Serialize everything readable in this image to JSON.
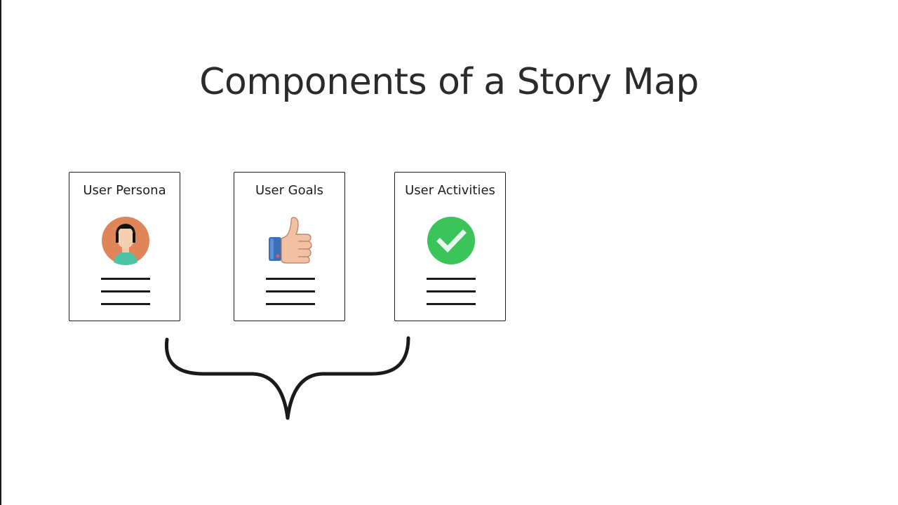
{
  "slide": {
    "title": "Components of a Story Map"
  },
  "cards": [
    {
      "title": "User Persona",
      "icon": "user-avatar-icon"
    },
    {
      "title": "User Goals",
      "icon": "thumbs-up-icon"
    },
    {
      "title": "User Activities",
      "icon": "check-circle-icon"
    }
  ],
  "colors": {
    "title_text": "#2b2b2b",
    "card_border": "#1f1f1f",
    "avatar_bg": "#e0845a",
    "check_green": "#3cc35a",
    "thumb_sleeve": "#3a6fb8",
    "thumb_skin": "#f2c1a4"
  }
}
